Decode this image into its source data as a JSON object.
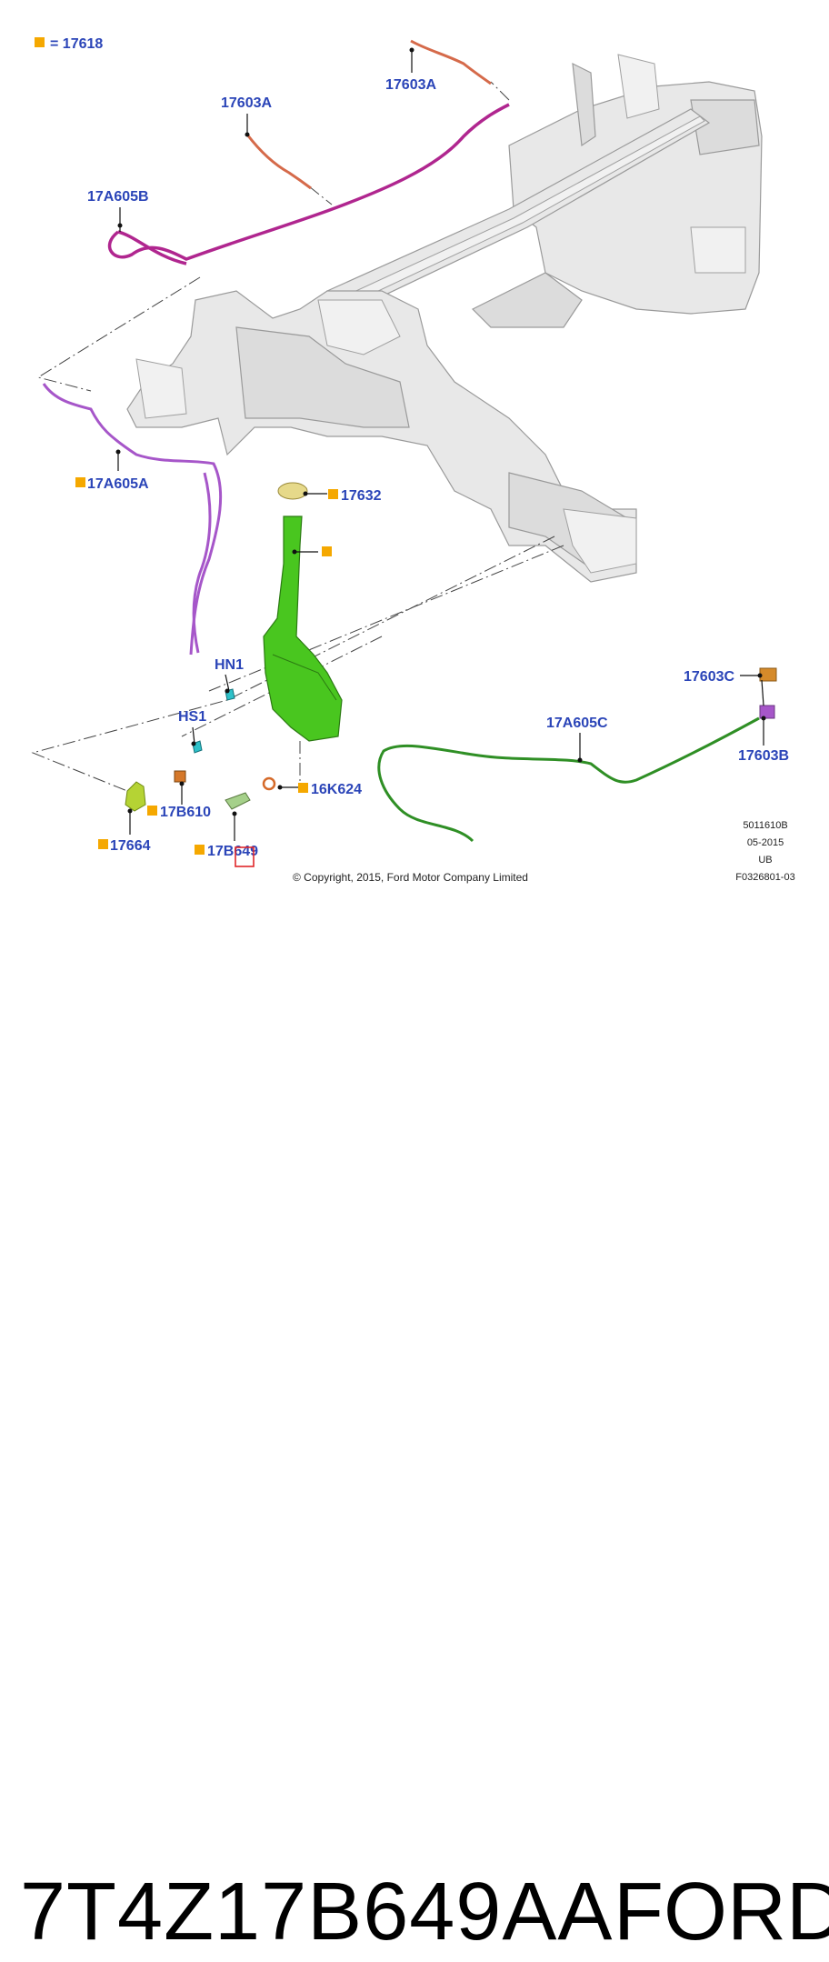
{
  "legend": {
    "equals_text": "= 17618"
  },
  "callouts": {
    "a17603A_top": "17603A",
    "a17603A_left": "17603A",
    "a17A605B": "17A605B",
    "a17A605A": "17A605A",
    "a17632": "17632",
    "aHN1": "HN1",
    "aHS1": "HS1",
    "a17B610": "17B610",
    "a16K624": "16K624",
    "a17664": "17664",
    "a17B649": "17B649",
    "a17603C": "17603C",
    "a17A605C": "17A605C",
    "a17603B": "17603B"
  },
  "meta_block": {
    "line1": "5011610B",
    "line2": "05-2015",
    "line3": "UB",
    "line4": "F0326801-03"
  },
  "copyright": "© Copyright, 2015, Ford Motor Company Limited",
  "footer": {
    "part_number": "7T4Z17B649AA",
    "brand": "FORD"
  },
  "colors": {
    "label_blue": "#2b45b8",
    "marker_orange": "#f5a800",
    "hose_magenta": "#b0268f",
    "hose_purple": "#a656c9",
    "hose_orange": "#d56a4a",
    "hose_green": "#2f8f25",
    "reservoir_green": "#49c61f",
    "highlight_red": "#e0262a"
  }
}
